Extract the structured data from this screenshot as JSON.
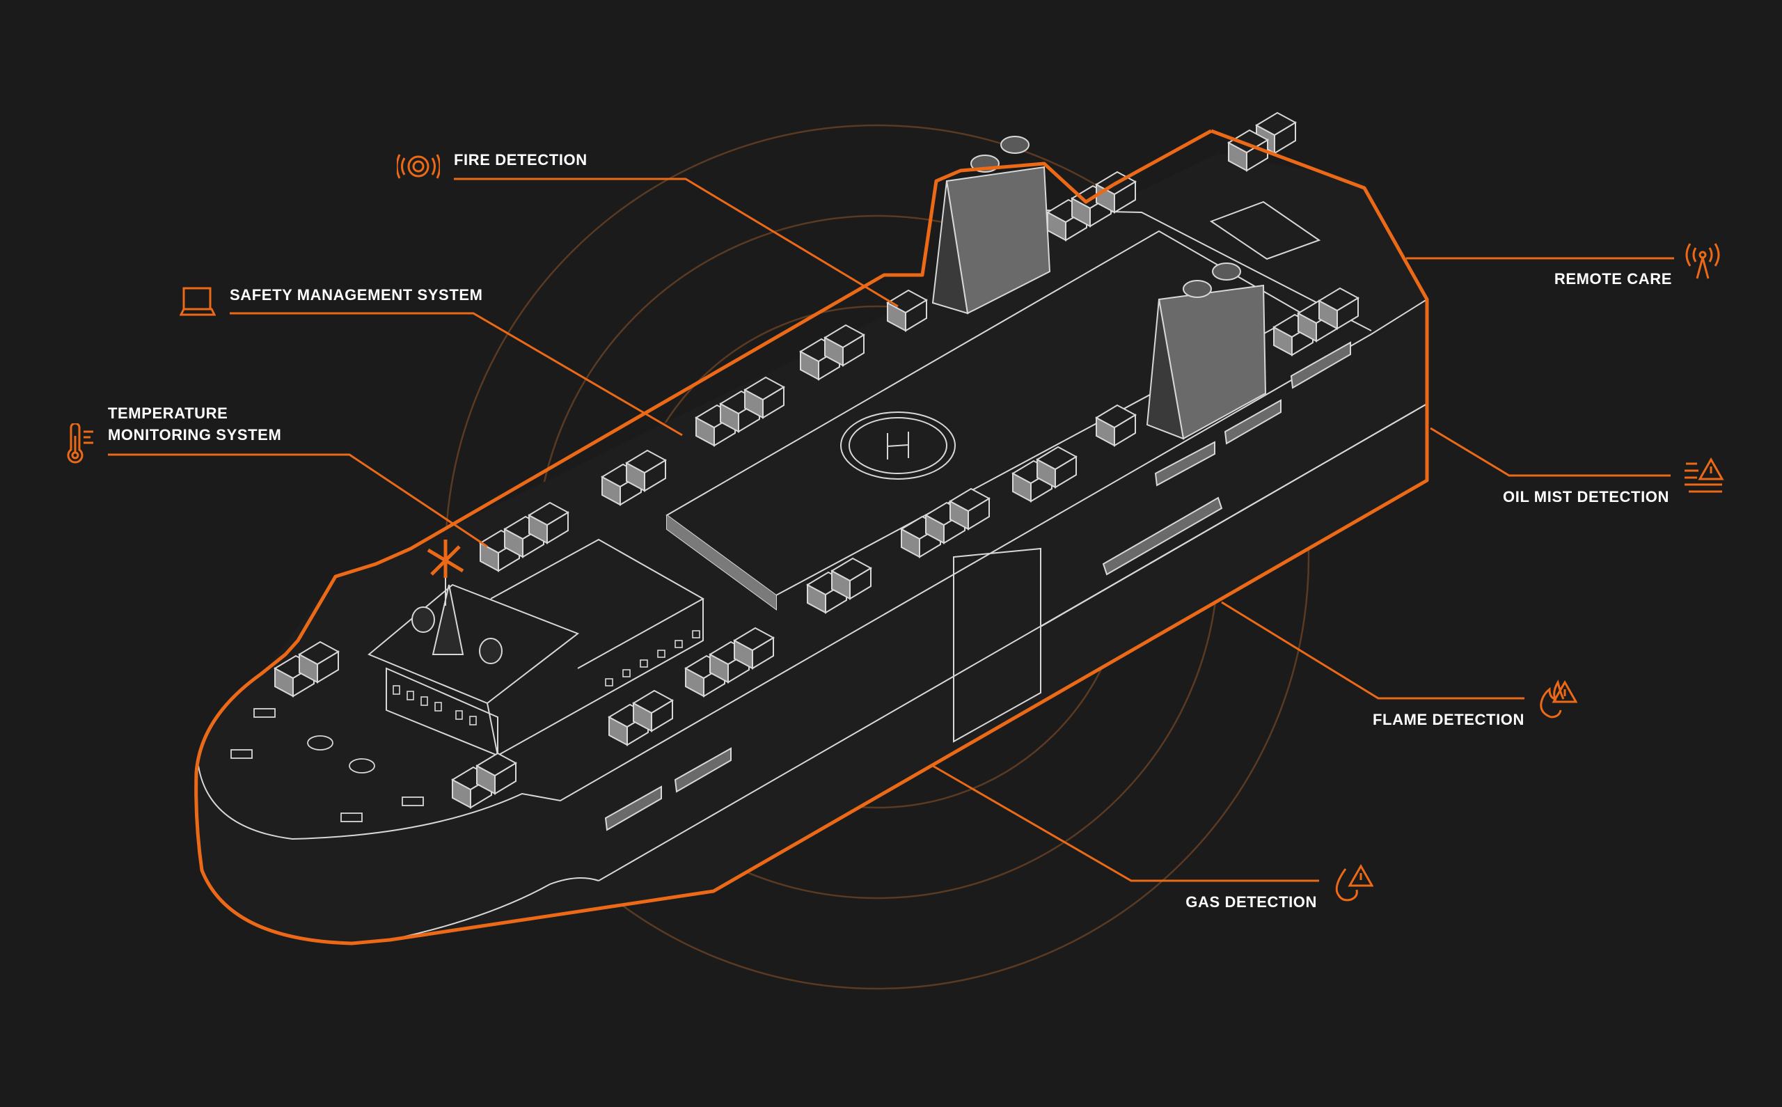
{
  "colors": {
    "background": "#1b1b1b",
    "accent": "#ec6a17",
    "outline": "#d8d8d8",
    "shade": "#8a8a8a",
    "ring": "#5a3a22"
  },
  "labels": {
    "fire_detection": "FIRE DETECTION",
    "safety_management": "SAFETY MANAGEMENT SYSTEM",
    "temperature_line1": "TEMPERATURE",
    "temperature_line2": "MONITORING SYSTEM",
    "remote_care": "REMOTE CARE",
    "oil_mist_detection": "OIL MIST DETECTION",
    "flame_detection": "FLAME DETECTION",
    "gas_detection": "GAS DETECTION"
  },
  "icons": {
    "fire_detection": "smoke-detector-icon",
    "safety_management": "laptop-icon",
    "temperature": "thermometer-icon",
    "remote_care": "antenna-icon",
    "oil_mist_detection": "mist-warning-icon",
    "flame_detection": "flame-warning-icon",
    "gas_detection": "gas-drop-warning-icon"
  }
}
